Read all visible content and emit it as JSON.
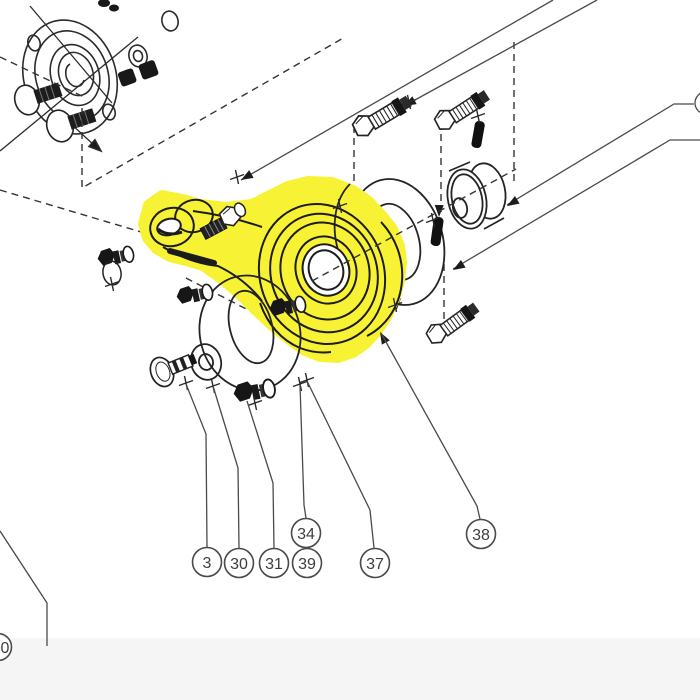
{
  "diagram": {
    "type": "exploded-parts-diagram",
    "background_color": "#ffffff",
    "footer_band_color": "#f5f5f5",
    "highlight_color": "#f8f235",
    "line_color": "#2b2b2b",
    "leader_color": "#4a4a4a",
    "callouts": [
      {
        "id": "3",
        "label": "3"
      },
      {
        "id": "30",
        "label": "30"
      },
      {
        "id": "31",
        "label": "31"
      },
      {
        "id": "34",
        "label": "34"
      },
      {
        "id": "39",
        "label": "39"
      },
      {
        "id": "37",
        "label": "37"
      },
      {
        "id": "38",
        "label": "38"
      },
      {
        "id": "edge-left-partial",
        "label": "0"
      }
    ]
  }
}
